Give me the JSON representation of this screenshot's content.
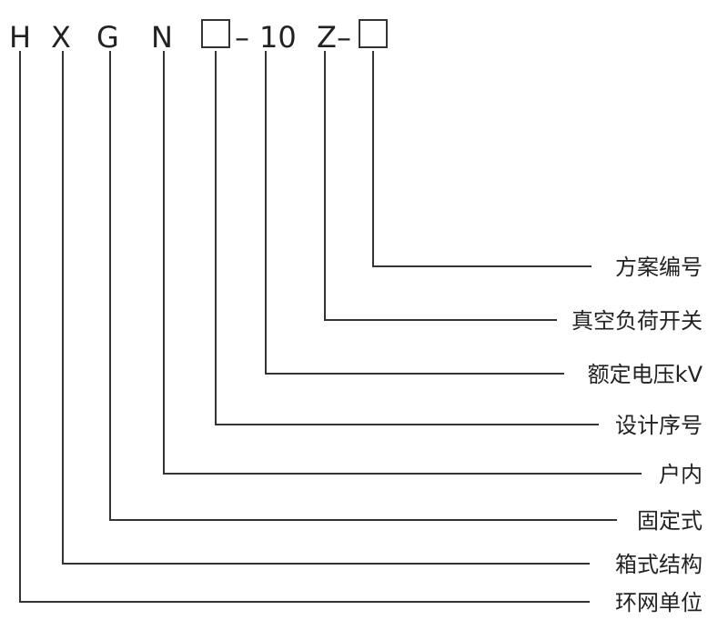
{
  "code": {
    "letter_h": "H",
    "letter_x": "X",
    "letter_g": "G",
    "letter_n": "N",
    "dash_1": "–",
    "voltage": "10",
    "letter_z": "Z",
    "dash_2": "–"
  },
  "labels": {
    "scheme_number": "方案编号",
    "vacuum_load_switch": "真空负荷开关",
    "rated_voltage": "额定电压kV",
    "design_serial": "设计序号",
    "indoor": "户内",
    "fixed_type": "固定式",
    "box_structure": "箱式结构",
    "ring_main_unit": "环网单位"
  },
  "colors": {
    "line": "#333333",
    "text": "#222222"
  }
}
